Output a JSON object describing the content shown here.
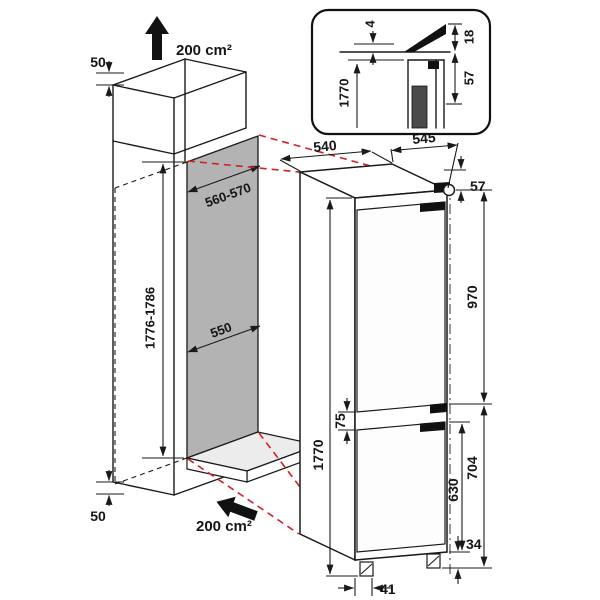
{
  "inset": {
    "gap": "4",
    "vent": "18",
    "height": "1770",
    "recess": "57"
  },
  "cabinet": {
    "top_clearance": "50",
    "top_vent_area": "200 cm²",
    "niche_width": "560-570",
    "niche_depth": "550",
    "niche_height": "1776-1786",
    "bottom_clearance": "50",
    "bottom_vent_area": "200 cm²"
  },
  "appliance": {
    "width": "540",
    "depth": "545",
    "hinge_offset": "57",
    "upper_door": "970",
    "door_gap": "75",
    "lower_section": "704",
    "lower_door": "630",
    "height": "1770",
    "foot_offset": "41",
    "bottom_gap": "34"
  }
}
